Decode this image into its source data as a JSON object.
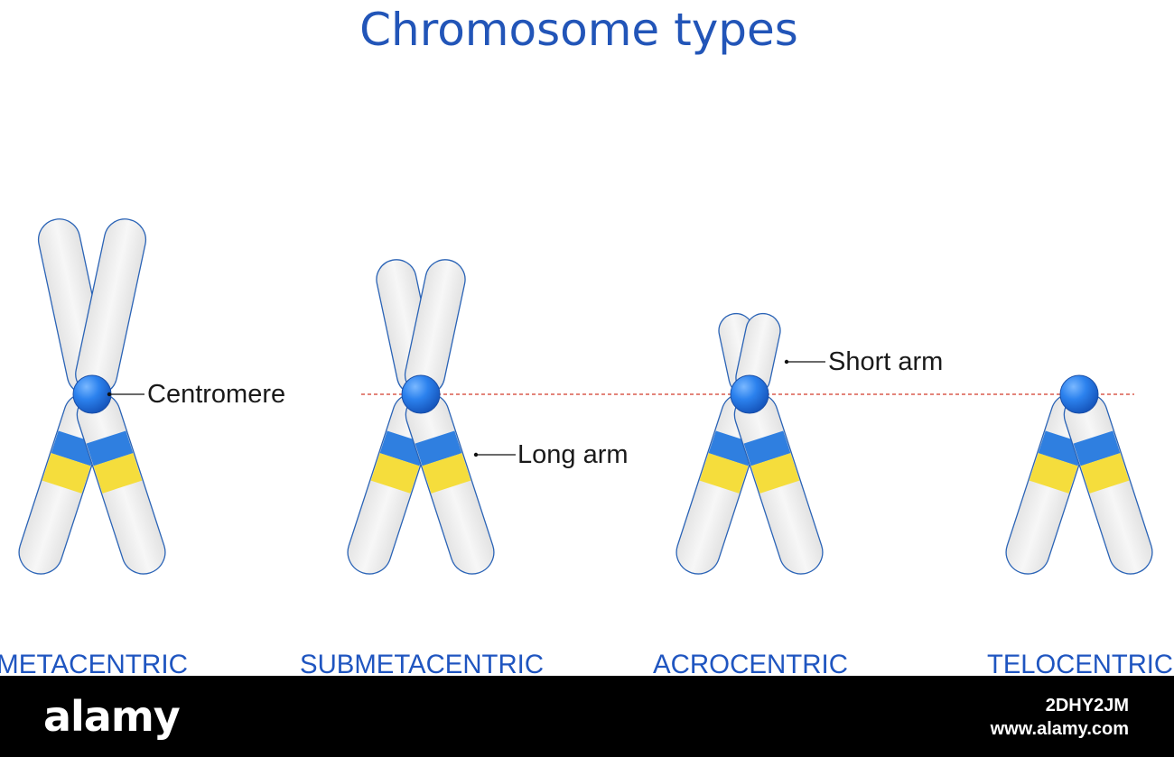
{
  "title": "Chromosome types",
  "labels": {
    "centromere": "Centromere",
    "long_arm": "Long arm",
    "short_arm": "Short arm"
  },
  "types": [
    "METACENTRIC",
    "SUBMETACENTRIC",
    "ACROCENTRIC",
    "TELOCENTRIC"
  ],
  "colors": {
    "title": "#2255b8",
    "chromatid_fill": "#eeeeee",
    "chromatid_outline": "#2a63b6",
    "band_blue": "#2f7fe0",
    "band_yellow": "#f5dd3c",
    "centromere": "#2c82ee",
    "dashed_line": "#d23a2a",
    "type_label": "#1f55c0"
  },
  "watermark": {
    "brand": "alamy",
    "image_id": "2DHY2JM",
    "site": "www.alamy.com"
  }
}
